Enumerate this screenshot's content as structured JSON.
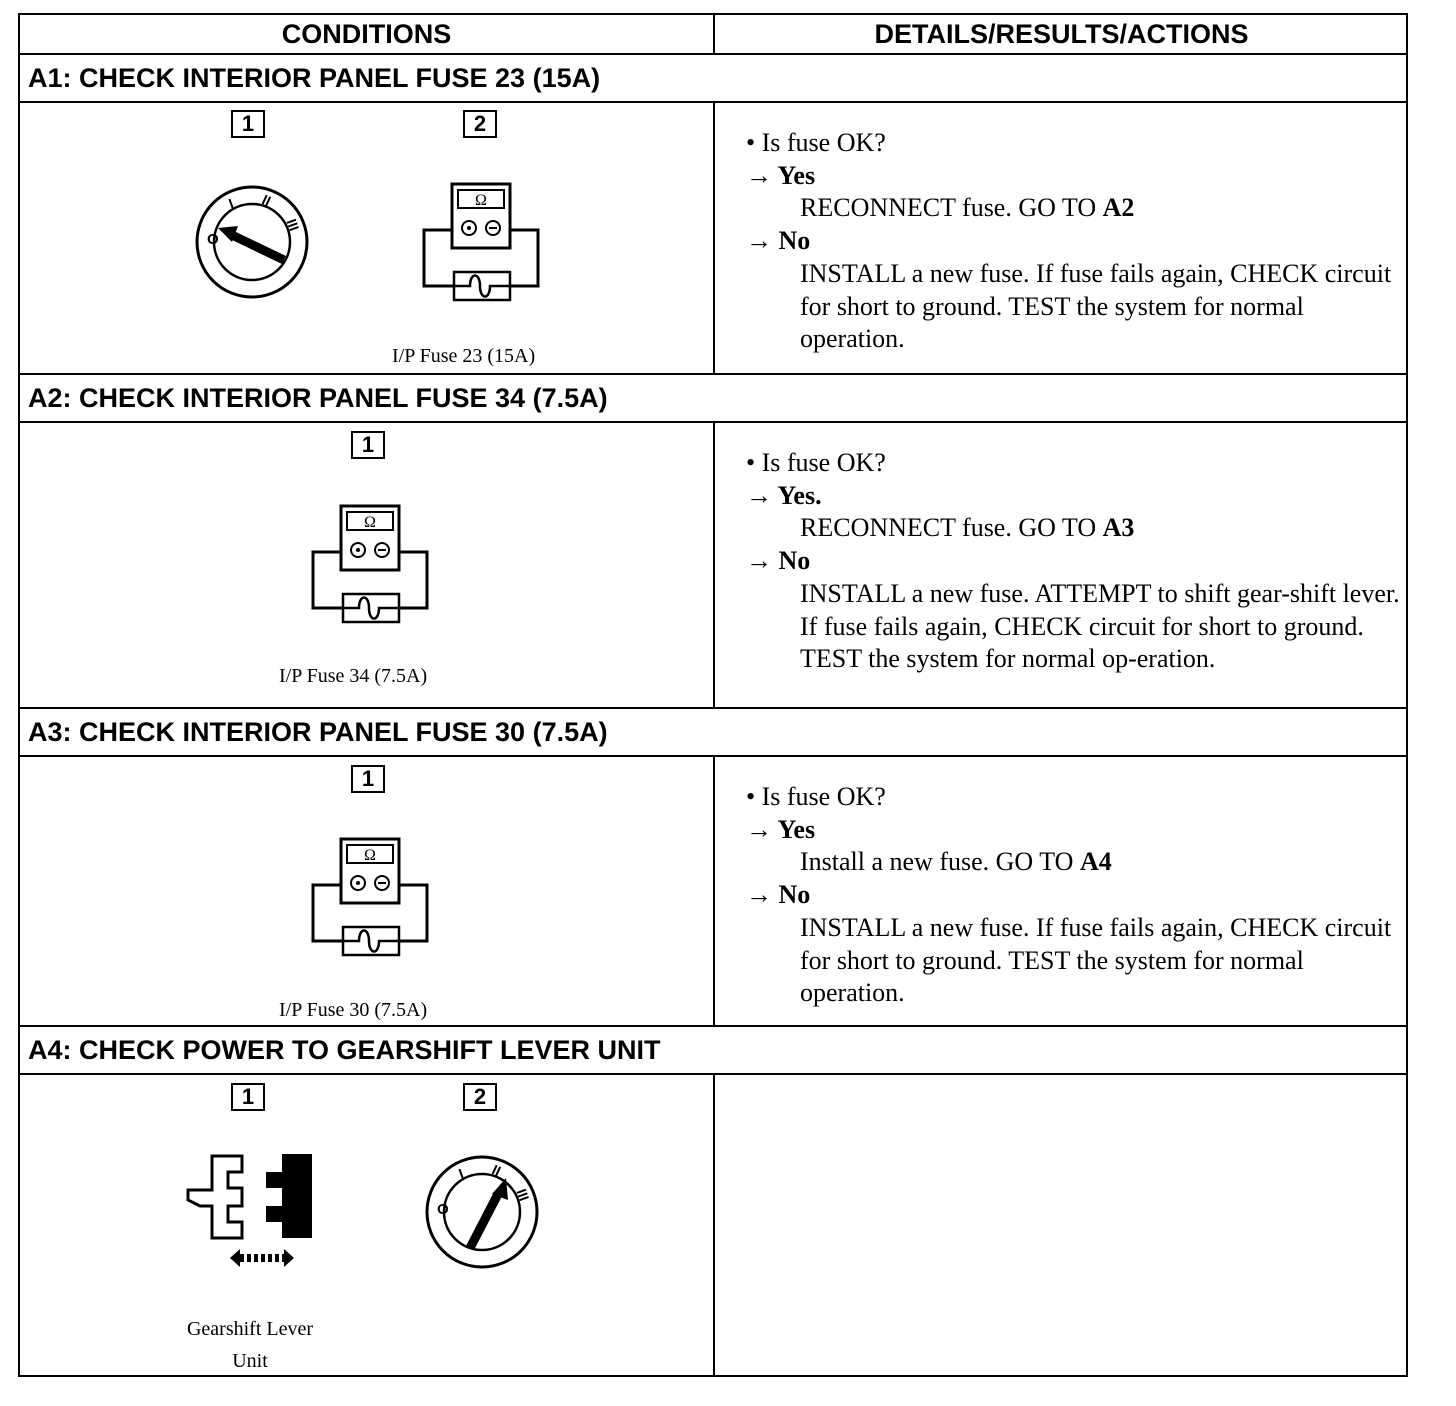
{
  "columns": {
    "conditions": "CONDITIONS",
    "details": "DETAILS/RESULTS/ACTIONS"
  },
  "sections": [
    {
      "title": "A1: CHECK INTERIOR PANEL FUSE 23 (15A)",
      "steps": [
        "1",
        "2"
      ],
      "caption": "I/P Fuse 23 (15A)",
      "question": "• Is fuse OK?",
      "yes_label": "→ Yes",
      "yes_action": "RECONNECT fuse. GO TO ",
      "yes_target": "A2",
      "no_label": "→ No",
      "no_action": "INSTALL a new fuse. If fuse fails again, CHECK circuit for short to ground. TEST the system for normal operation."
    },
    {
      "title": "A2: CHECK INTERIOR PANEL FUSE 34 (7.5A)",
      "steps": [
        "1"
      ],
      "caption": "I/P Fuse 34 (7.5A)",
      "question": "• Is fuse OK?",
      "yes_label": "→ Yes.",
      "yes_action": "RECONNECT fuse. GO TO ",
      "yes_target": "A3",
      "no_label": "→ No",
      "no_action": "INSTALL a new fuse. ATTEMPT to shift gear-shift lever. If fuse fails again, CHECK circuit for short to ground. TEST the system for normal op-eration."
    },
    {
      "title": "A3: CHECK INTERIOR PANEL FUSE 30 (7.5A)",
      "steps": [
        "1"
      ],
      "caption": "I/P Fuse 30 (7.5A)",
      "question": "• Is fuse OK?",
      "yes_label": "→ Yes",
      "yes_action": "Install a new fuse. GO TO ",
      "yes_target": "A4",
      "no_label": "→ No",
      "no_action": "INSTALL a new fuse. If fuse fails again, CHECK circuit for short to ground. TEST the system for normal operation."
    },
    {
      "title": "A4: CHECK POWER TO GEARSHIFT LEVER UNIT",
      "steps": [
        "1",
        "2"
      ],
      "caption_line1": "Gearshift Lever",
      "caption_line2": "Unit"
    }
  ],
  "icons": {
    "ohm_symbol": "Ω",
    "ignition_positions": [
      "O",
      "I",
      "II",
      "III"
    ]
  }
}
